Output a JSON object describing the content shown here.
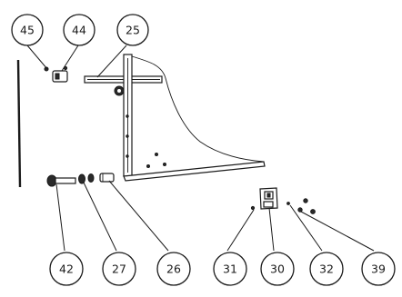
{
  "diagram": {
    "callouts": [
      {
        "id": "c45",
        "label": "45"
      },
      {
        "id": "c44",
        "label": "44"
      },
      {
        "id": "c25",
        "label": "25"
      },
      {
        "id": "c42",
        "label": "42"
      },
      {
        "id": "c27",
        "label": "27"
      },
      {
        "id": "c26",
        "label": "26"
      },
      {
        "id": "c31",
        "label": "31"
      },
      {
        "id": "c30",
        "label": "30"
      },
      {
        "id": "c32",
        "label": "32"
      },
      {
        "id": "c39",
        "label": "39"
      }
    ]
  }
}
